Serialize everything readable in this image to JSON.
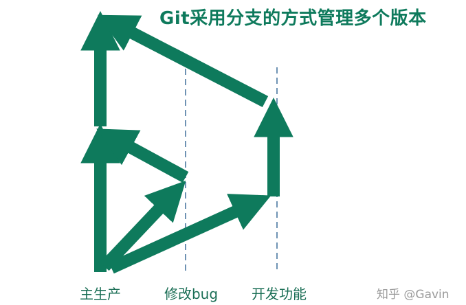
{
  "title": "Git采用分支的方式管理多个版本",
  "colors": {
    "arrow": "#0e7a5c",
    "guide_line": "#3f6f9a",
    "label": "#1a6e55",
    "watermark": "#9a9a9a"
  },
  "branches": {
    "main": "主生产",
    "bugfix": "修改bug",
    "feature": "开发功能"
  },
  "watermark": "知乎 @Gavin"
}
